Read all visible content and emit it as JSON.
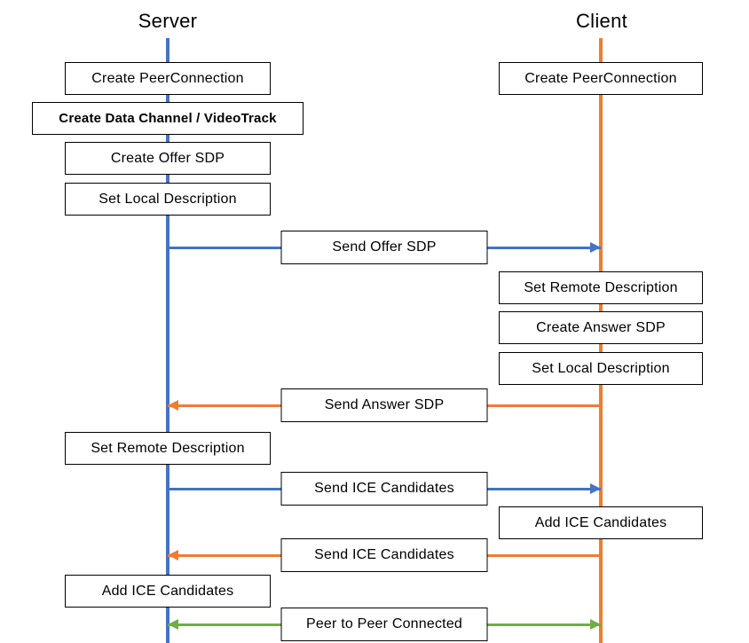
{
  "diagram": {
    "title_server": "Server",
    "title_client": "Client",
    "colors": {
      "server_lifeline": "#4472C4",
      "client_lifeline": "#ED7D31",
      "p2p_arrow": "#70AD47",
      "box_border": "#000000",
      "box_fill": "#FFFFFF",
      "text": "#000000"
    }
  },
  "server_steps": [
    {
      "label": "Create PeerConnection"
    },
    {
      "label": "Create Data Channel / VideoTrack",
      "bold": true
    },
    {
      "label": "Create Offer SDP"
    },
    {
      "label": "Set Local Description"
    },
    {
      "label": "Set Remote Description"
    },
    {
      "label": "Add ICE Candidates"
    }
  ],
  "client_steps": [
    {
      "label": "Create PeerConnection"
    },
    {
      "label": "Set Remote Description"
    },
    {
      "label": "Create Answer SDP"
    },
    {
      "label": "Set Local Description"
    },
    {
      "label": "Add ICE Candidates"
    }
  ],
  "messages": [
    {
      "label": "Send Offer SDP",
      "direction": "server-to-client",
      "color": "#4472C4"
    },
    {
      "label": "Send Answer SDP",
      "direction": "client-to-server",
      "color": "#ED7D31"
    },
    {
      "label": "Send ICE Candidates",
      "direction": "server-to-client",
      "color": "#4472C4"
    },
    {
      "label": "Send ICE Candidates",
      "direction": "client-to-server",
      "color": "#ED7D31"
    },
    {
      "label": "Peer to Peer Connected",
      "direction": "bidirectional",
      "color": "#70AD47"
    }
  ]
}
